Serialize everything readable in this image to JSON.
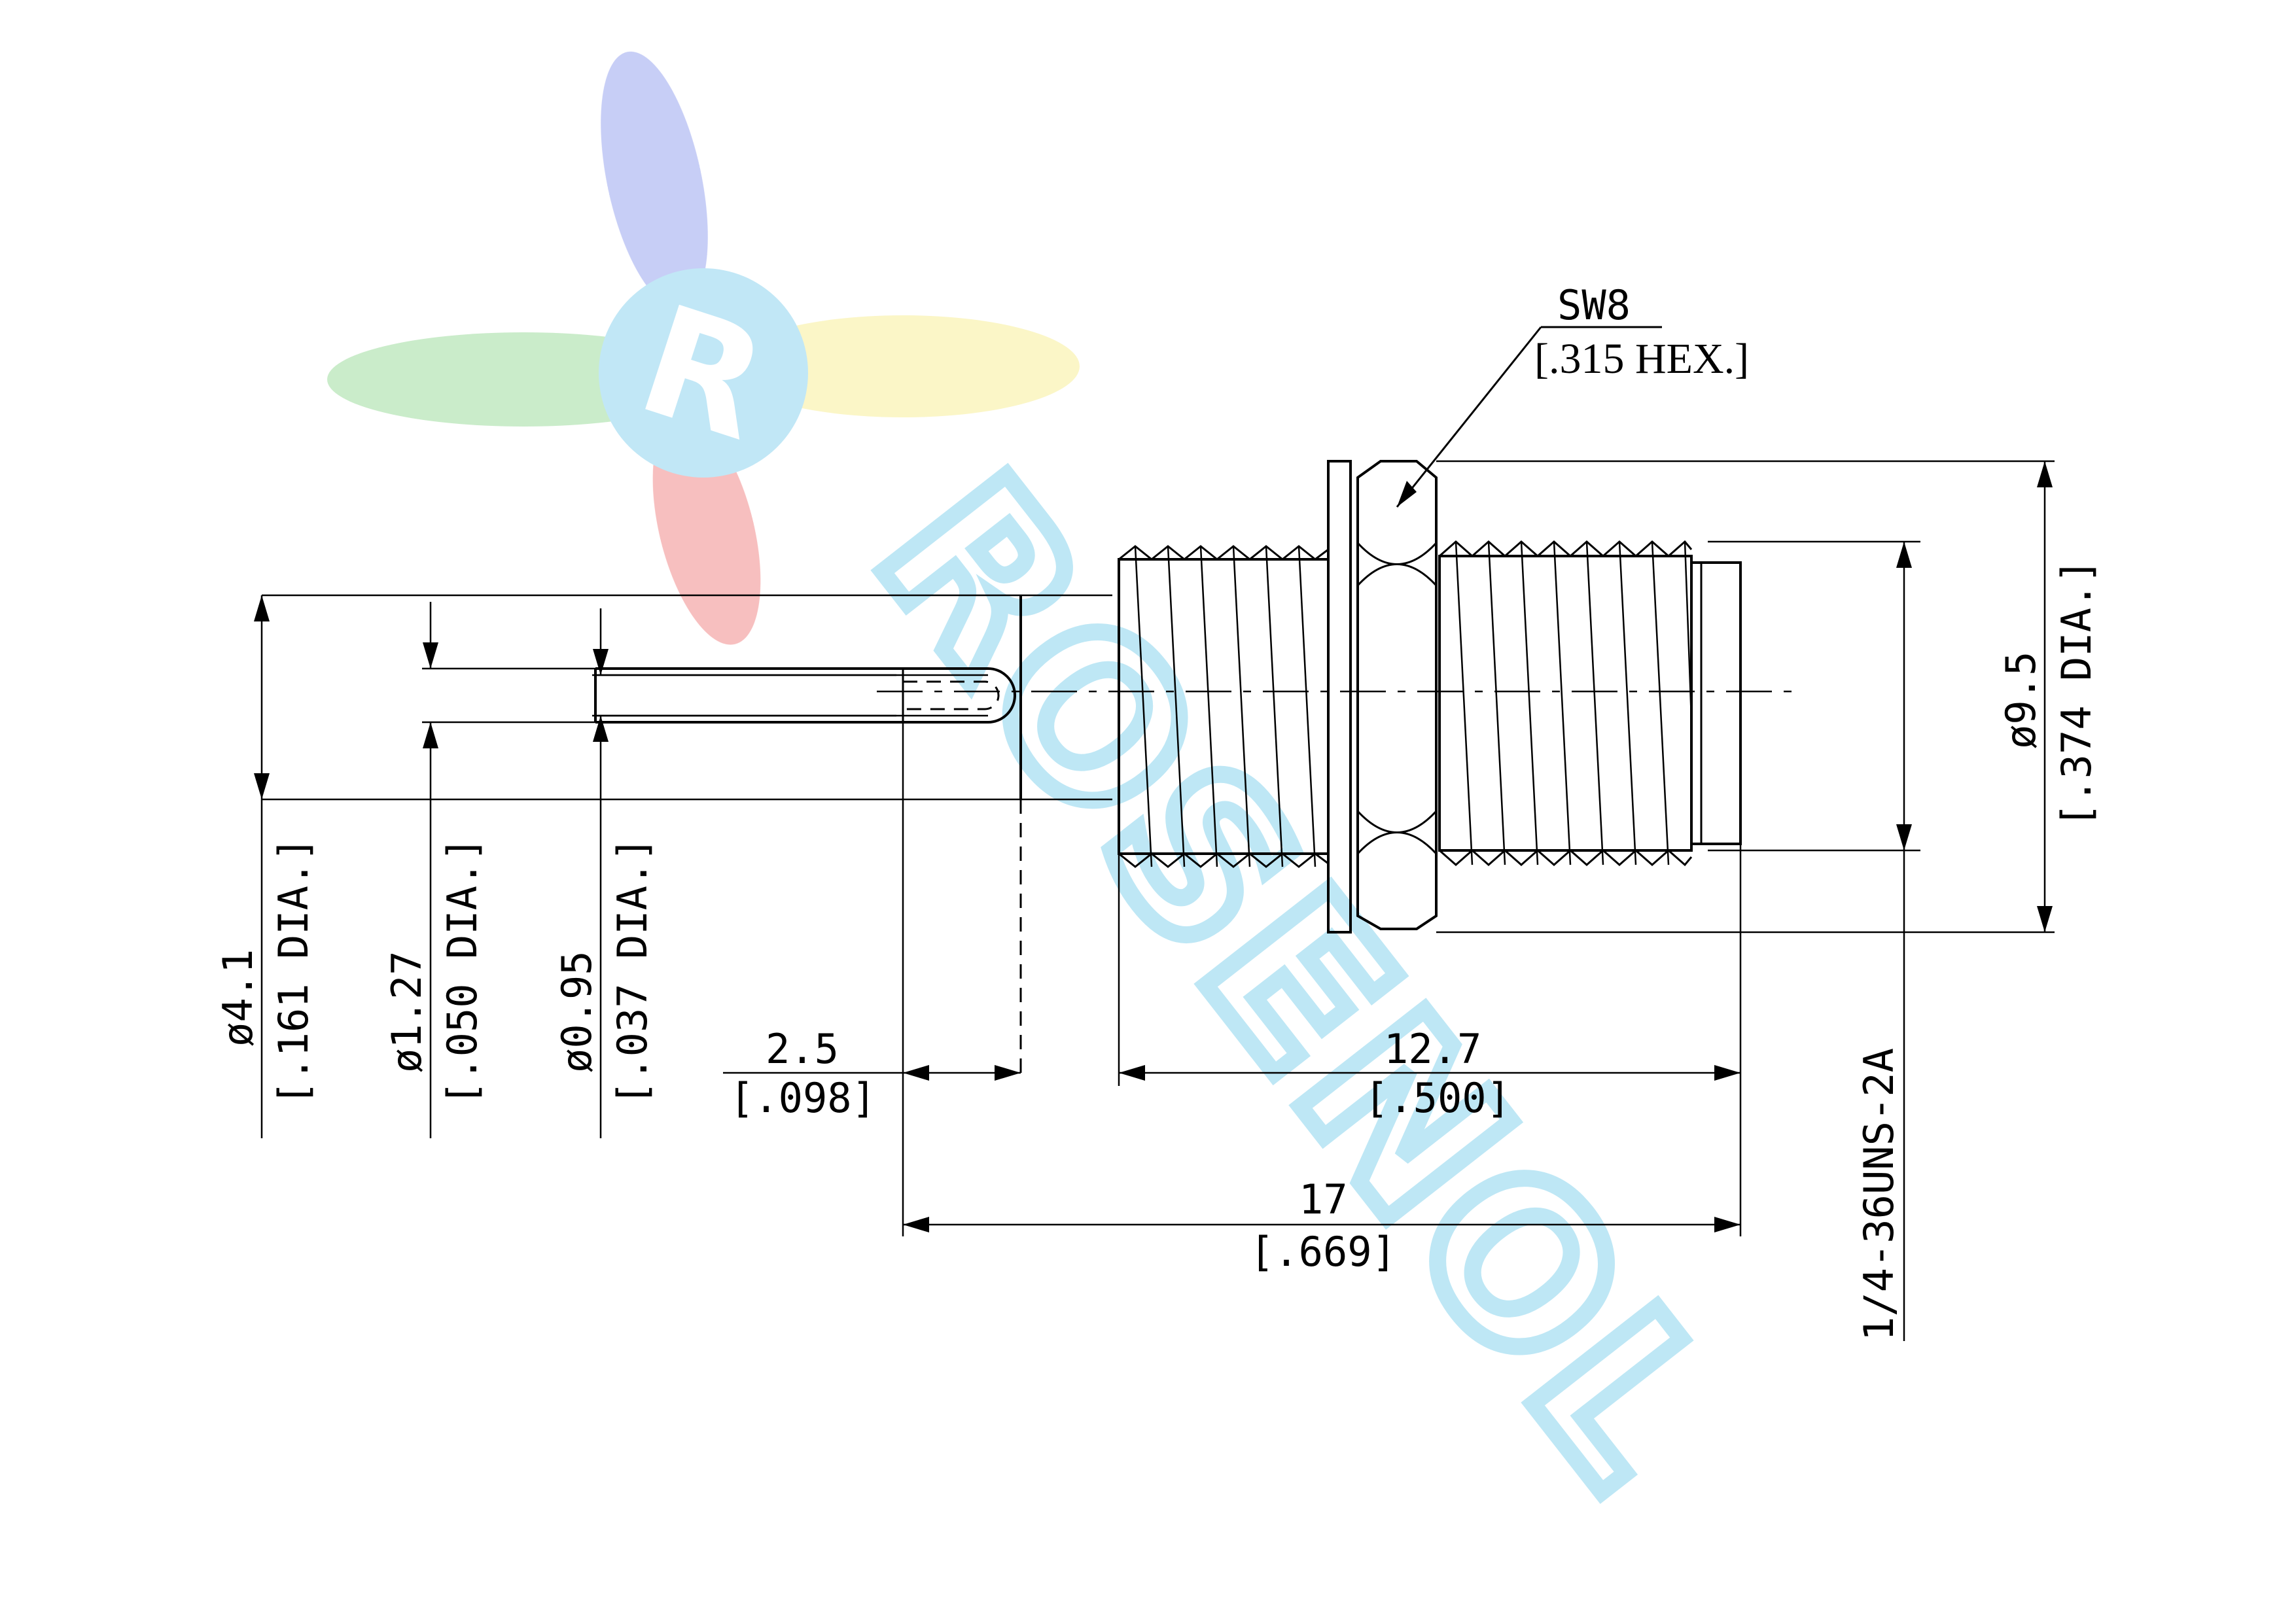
{
  "colors": {
    "line": "#000000",
    "background": "#ffffff",
    "watermark_cyan": "#8fd9ee",
    "logo_blue": "#5b6fd6",
    "logo_red": "#e65656",
    "logo_green": "#6cc36c",
    "logo_yellow": "#f2e36a"
  },
  "watermark": {
    "logo_letter": "R",
    "text": "ROSENOL"
  },
  "callouts": {
    "hex_size": "SW8",
    "hex_size_inch": "[.315 HEX.]"
  },
  "dimensions": {
    "pin_body_dia": {
      "mm": "ø4.1",
      "inch": "[.161 DIA.]"
    },
    "pin_dia": {
      "mm": "ø1.27",
      "inch": "[.050 DIA.]"
    },
    "pin_tip_dia": {
      "mm": "ø0.95",
      "inch": "[.037 DIA.]"
    },
    "pin_length": {
      "mm": "2.5",
      "inch": "[.098]"
    },
    "thread_length": {
      "mm": "12.7",
      "inch": "[.500]"
    },
    "overall_length": {
      "mm": "17",
      "inch": "[.669]"
    },
    "flange_dia": {
      "mm": "ø9.5",
      "inch": "[.374 DIA.]"
    },
    "thread_spec": "1/4-36UNS-2A"
  }
}
